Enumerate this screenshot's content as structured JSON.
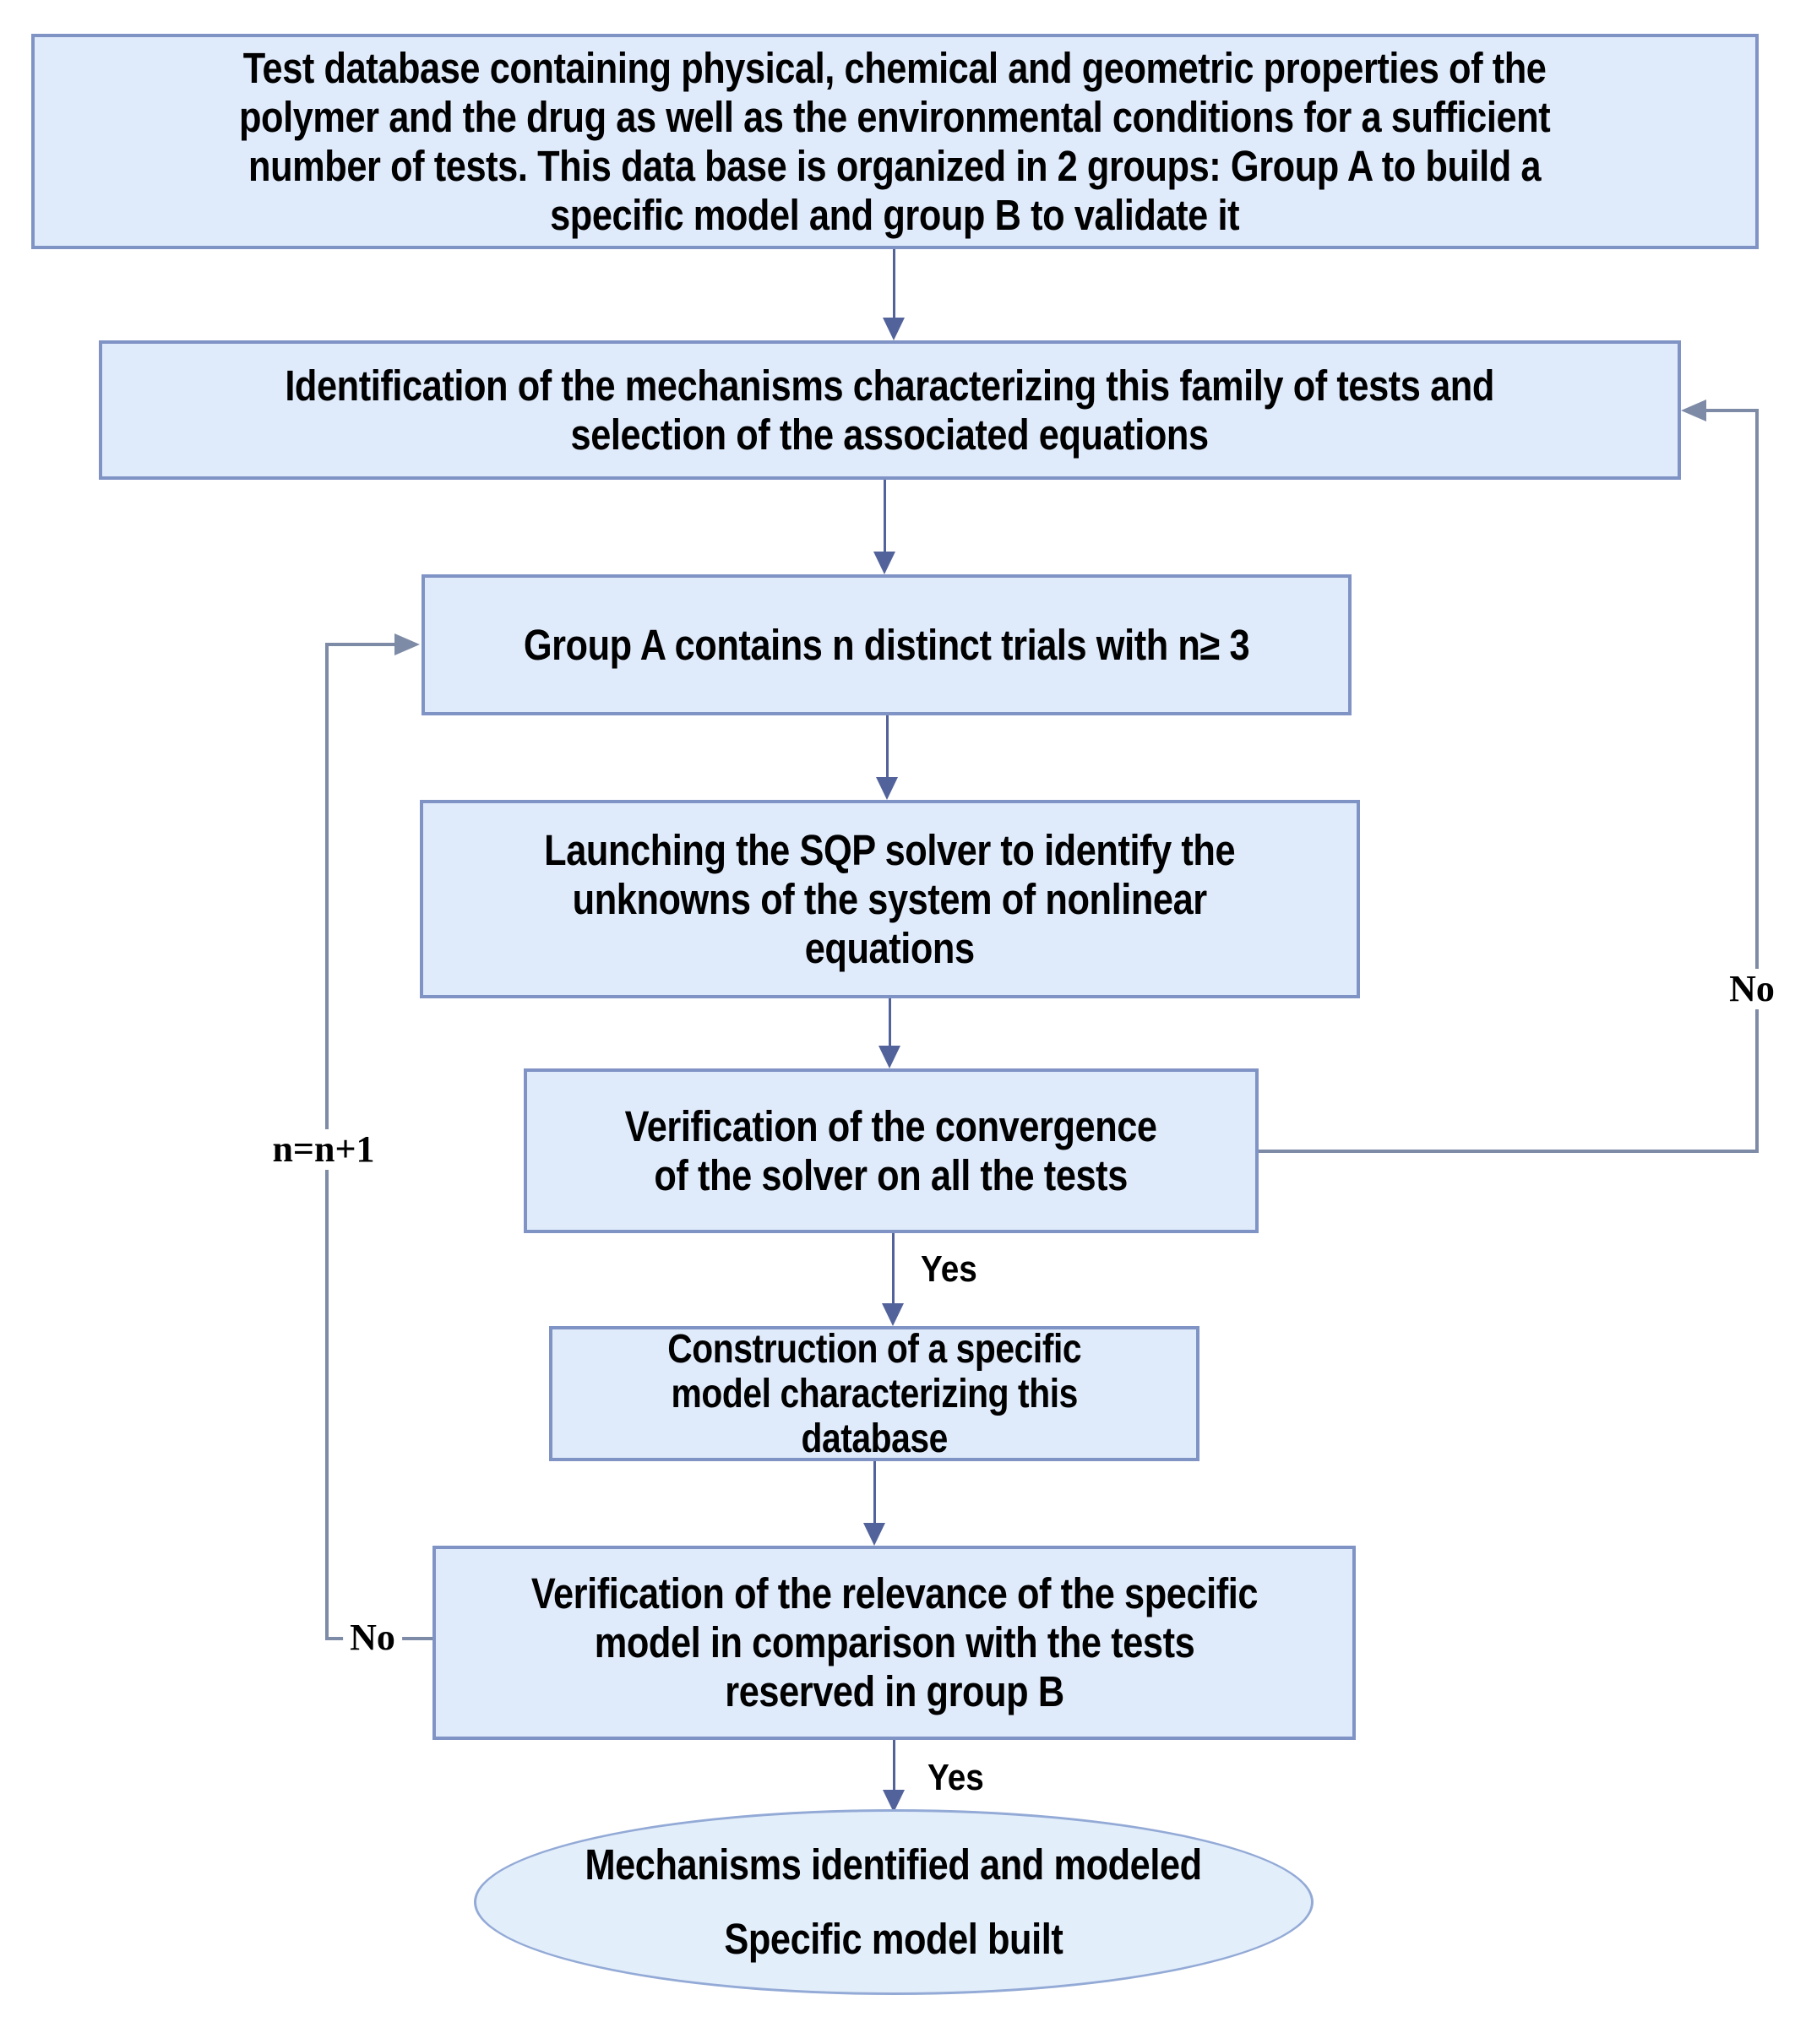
{
  "figure": {
    "type": "flowchart",
    "nodes": {
      "database": {
        "lines": [
          "Test database containing physical, chemical and geometric properties of the",
          "polymer and the drug as well as the environmental conditions for a sufficient",
          "number of tests. This data base is organized in 2 groups: Group A to build a",
          "specific model and group B to validate it"
        ]
      },
      "identification": {
        "lines": [
          "Identification of the mechanisms characterizing this family of tests and",
          "selection of the associated equations"
        ]
      },
      "group_a": {
        "lines": [
          "Group A contains n distinct trials with n≥ 3"
        ]
      },
      "sqp_solver": {
        "lines": [
          "Launching the SQP solver to identify the",
          "unknowns of the system of nonlinear",
          "equations"
        ]
      },
      "convergence_check": {
        "lines": [
          "Verification of the convergence",
          "of the solver on all the tests"
        ]
      },
      "construction": {
        "lines": [
          "Construction of a specific",
          "model characterizing this",
          "database"
        ]
      },
      "relevance_check": {
        "lines": [
          "Verification of the relevance of the specific",
          "model in comparison with the tests",
          "reserved in group B"
        ]
      },
      "terminal": {
        "line1": "Mechanisms identified and modeled",
        "line2": "Specific model built"
      }
    },
    "labels": {
      "yes_convergence": "Yes",
      "yes_relevance": "Yes",
      "no_convergence": "No",
      "no_relevance": "No",
      "increment": "n=n+1"
    },
    "colors": {
      "box_fill": "#dfeafa",
      "box_border": "#8093c5",
      "ellipse_fill": "#e3eefb",
      "ellipse_border": "#93aad6",
      "connector_arrow": "#52639b",
      "loop_line": "#7e8ba6",
      "text": "#000000",
      "background": "#ffffff"
    }
  }
}
